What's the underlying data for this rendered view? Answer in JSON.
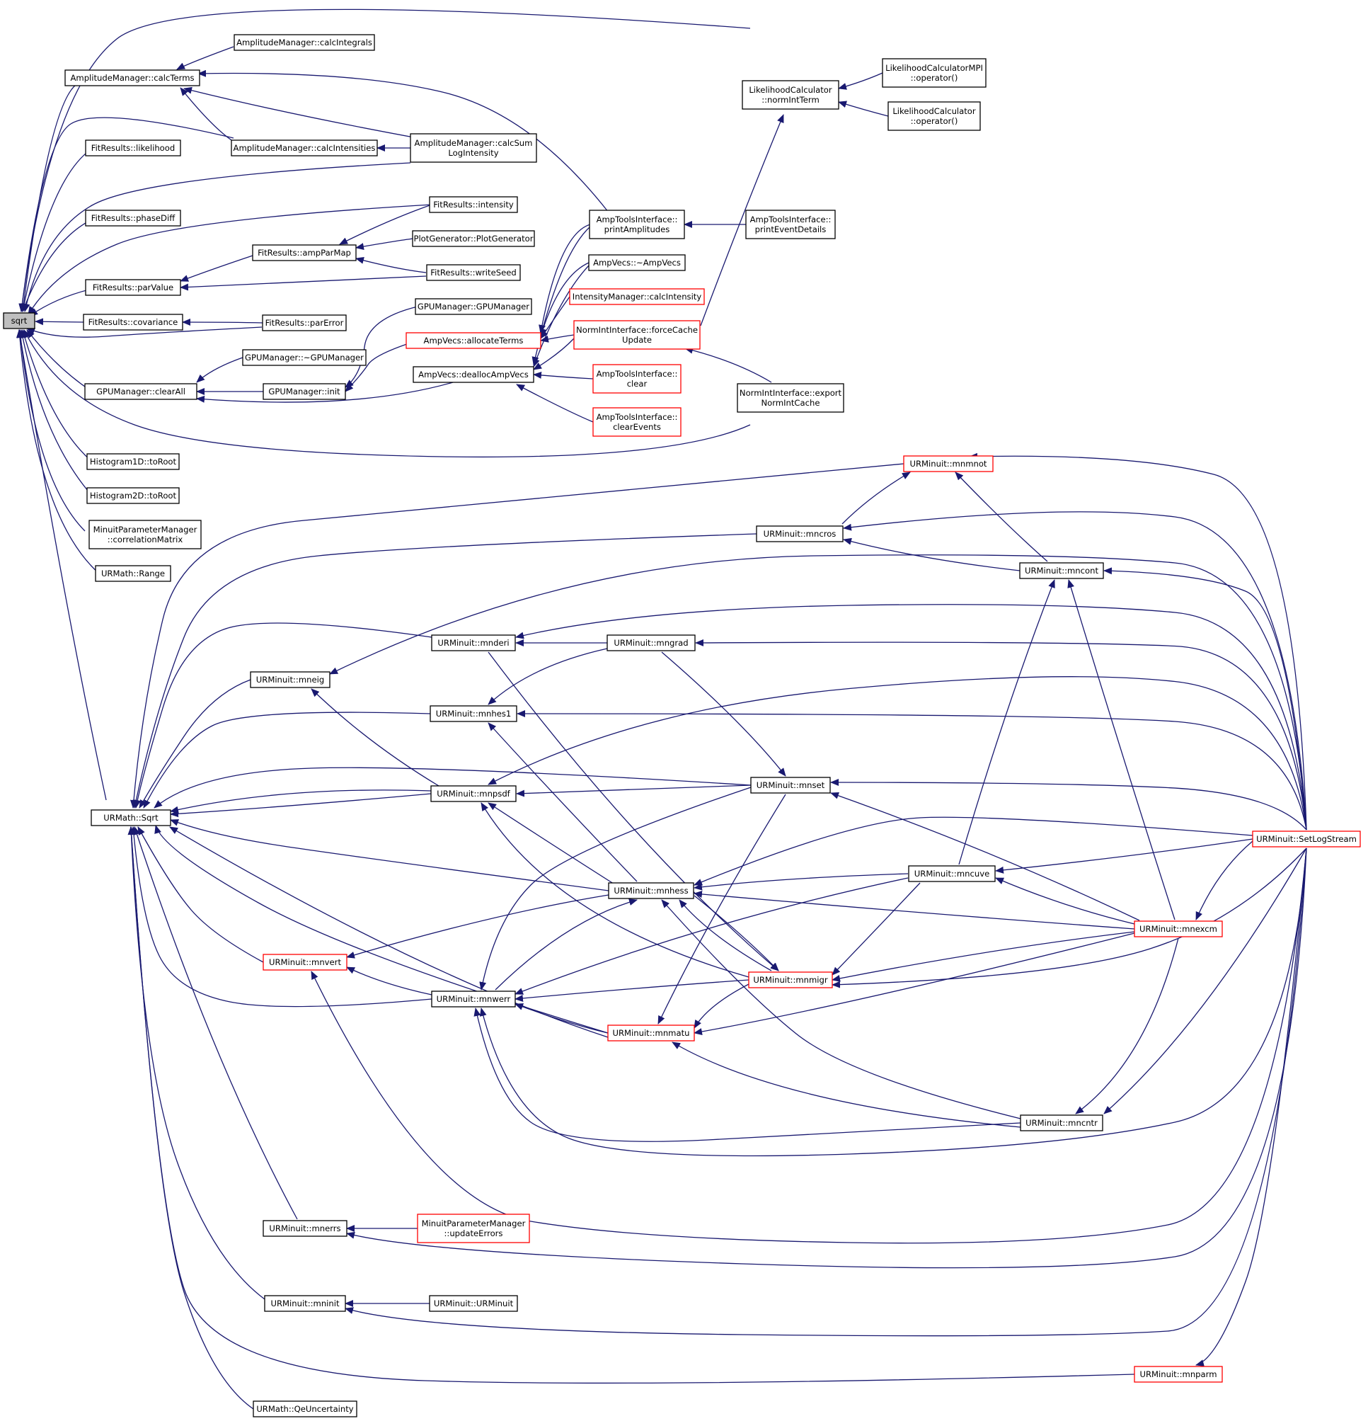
{
  "graph": {
    "colors": {
      "edge": "#191970",
      "border": "#000000",
      "highlight_border": "#ff0000",
      "root_fill": "#bfbfbf"
    },
    "nodes": [
      {
        "id": "sqrt",
        "lines": [
          "sqrt"
        ],
        "style": "root"
      },
      {
        "id": "calcTerms",
        "lines": [
          "AmplitudeManager::calcTerms"
        ]
      },
      {
        "id": "calcIntegrals",
        "lines": [
          "AmplitudeManager::calcIntegrals"
        ]
      },
      {
        "id": "calcIntensities",
        "lines": [
          "AmplitudeManager::calcIntensities"
        ]
      },
      {
        "id": "calcSumLogIntensity",
        "lines": [
          "AmplitudeManager::calcSum",
          "LogIntensity"
        ]
      },
      {
        "id": "likelihood",
        "lines": [
          "FitResults::likelihood"
        ]
      },
      {
        "id": "phaseDiff",
        "lines": [
          "FitResults::phaseDiff"
        ]
      },
      {
        "id": "intensity",
        "lines": [
          "FitResults::intensity"
        ]
      },
      {
        "id": "ampParMap",
        "lines": [
          "FitResults::ampParMap"
        ]
      },
      {
        "id": "plotGenerator",
        "lines": [
          "PlotGenerator::PlotGenerator"
        ]
      },
      {
        "id": "writeSeed",
        "lines": [
          "FitResults::writeSeed"
        ]
      },
      {
        "id": "parValue",
        "lines": [
          "FitResults::parValue"
        ]
      },
      {
        "id": "covariance",
        "lines": [
          "FitResults::covariance"
        ]
      },
      {
        "id": "parError",
        "lines": [
          "FitResults::parError"
        ]
      },
      {
        "id": "gpuCtor",
        "lines": [
          "GPUManager::GPUManager"
        ]
      },
      {
        "id": "gpuDtor",
        "lines": [
          "GPUManager::~GPUManager"
        ]
      },
      {
        "id": "clearAll",
        "lines": [
          "GPUManager::clearAll"
        ]
      },
      {
        "id": "gpuInit",
        "lines": [
          "GPUManager::init"
        ]
      },
      {
        "id": "allocateTerms",
        "lines": [
          "AmpVecs::allocateTerms"
        ],
        "style": "red"
      },
      {
        "id": "deallocAmpVecs",
        "lines": [
          "AmpVecs::deallocAmpVecs"
        ]
      },
      {
        "id": "printAmplitudes",
        "lines": [
          "AmpToolsInterface::",
          "printAmplitudes"
        ]
      },
      {
        "id": "ampVecsDtor",
        "lines": [
          "AmpVecs::~AmpVecs"
        ]
      },
      {
        "id": "calcIntensity",
        "lines": [
          "IntensityManager::calcIntensity"
        ],
        "style": "red"
      },
      {
        "id": "forceCacheUpdate",
        "lines": [
          "NormIntInterface::forceCache",
          "Update"
        ],
        "style": "red"
      },
      {
        "id": "atiClear",
        "lines": [
          "AmpToolsInterface::",
          "clear"
        ],
        "style": "red"
      },
      {
        "id": "atiClearEvents",
        "lines": [
          "AmpToolsInterface::",
          "clearEvents"
        ],
        "style": "red"
      },
      {
        "id": "normIntTerm",
        "lines": [
          "LikelihoodCalculator",
          "::normIntTerm"
        ]
      },
      {
        "id": "lcMpiOp",
        "lines": [
          "LikelihoodCalculatorMPI",
          "::operator()"
        ]
      },
      {
        "id": "lcOp",
        "lines": [
          "LikelihoodCalculator",
          "::operator()"
        ]
      },
      {
        "id": "printEventDetails",
        "lines": [
          "AmpToolsInterface::",
          "printEventDetails"
        ]
      },
      {
        "id": "exportNormIntCache",
        "lines": [
          "NormIntInterface::export",
          "NormIntCache"
        ]
      },
      {
        "id": "h1ToRoot",
        "lines": [
          "Histogram1D::toRoot"
        ]
      },
      {
        "id": "h2ToRoot",
        "lines": [
          "Histogram2D::toRoot"
        ]
      },
      {
        "id": "correlationMatrix",
        "lines": [
          "MinuitParameterManager",
          "::correlationMatrix"
        ]
      },
      {
        "id": "range",
        "lines": [
          "URMath::Range"
        ]
      },
      {
        "id": "urSqrt",
        "lines": [
          "URMath::Sqrt"
        ]
      },
      {
        "id": "mnmnot",
        "lines": [
          "URMinuit::mnmnot"
        ],
        "style": "red"
      },
      {
        "id": "mncros",
        "lines": [
          "URMinuit::mncros"
        ]
      },
      {
        "id": "mncont",
        "lines": [
          "URMinuit::mncont"
        ]
      },
      {
        "id": "mnderi",
        "lines": [
          "URMinuit::mnderi"
        ]
      },
      {
        "id": "mngrad",
        "lines": [
          "URMinuit::mngrad"
        ]
      },
      {
        "id": "mneig",
        "lines": [
          "URMinuit::mneig"
        ]
      },
      {
        "id": "mnhes1",
        "lines": [
          "URMinuit::mnhes1"
        ]
      },
      {
        "id": "mnpsdf",
        "lines": [
          "URMinuit::mnpsdf"
        ]
      },
      {
        "id": "mnset",
        "lines": [
          "URMinuit::mnset"
        ]
      },
      {
        "id": "setLogStream",
        "lines": [
          "URMinuit::SetLogStream"
        ],
        "style": "red"
      },
      {
        "id": "mncuve",
        "lines": [
          "URMinuit::mncuve"
        ]
      },
      {
        "id": "mnhess",
        "lines": [
          "URMinuit::mnhess"
        ]
      },
      {
        "id": "mnexcm",
        "lines": [
          "URMinuit::mnexcm"
        ],
        "style": "red"
      },
      {
        "id": "mnvert",
        "lines": [
          "URMinuit::mnvert"
        ],
        "style": "red"
      },
      {
        "id": "mnmigr",
        "lines": [
          "URMinuit::mnmigr"
        ],
        "style": "red"
      },
      {
        "id": "mnwerr",
        "lines": [
          "URMinuit::mnwerr"
        ]
      },
      {
        "id": "mnmatu",
        "lines": [
          "URMinuit::mnmatu"
        ],
        "style": "red"
      },
      {
        "id": "mncntr",
        "lines": [
          "URMinuit::mncntr"
        ]
      },
      {
        "id": "mnerrs",
        "lines": [
          "URMinuit::mnerrs"
        ]
      },
      {
        "id": "updateErrors",
        "lines": [
          "MinuitParameterManager",
          "::updateErrors"
        ],
        "style": "red"
      },
      {
        "id": "mninit",
        "lines": [
          "URMinuit::mninit"
        ]
      },
      {
        "id": "urMinuitCtor",
        "lines": [
          "URMinuit::URMinuit"
        ]
      },
      {
        "id": "mnparm",
        "lines": [
          "URMinuit::mnparm"
        ],
        "style": "red"
      },
      {
        "id": "qeUncertainty",
        "lines": [
          "URMath::QeUncertainty"
        ]
      }
    ]
  }
}
